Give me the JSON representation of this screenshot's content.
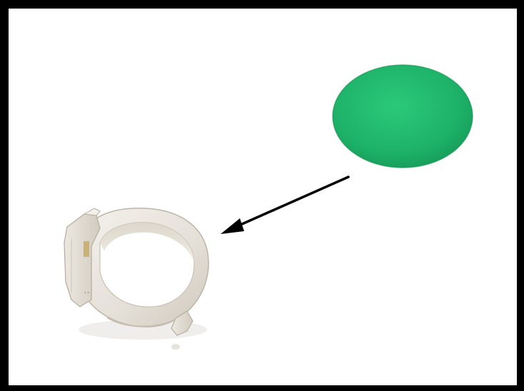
{
  "image": {
    "background": "#ffffff",
    "frame_color": "#000000",
    "objects": [
      {
        "name": "green-filter-disc",
        "color": "#1fb86a"
      },
      {
        "name": "insert-arrow",
        "color": "#000000"
      },
      {
        "name": "clip-ring-holder",
        "color": "#e6e1da"
      }
    ]
  }
}
